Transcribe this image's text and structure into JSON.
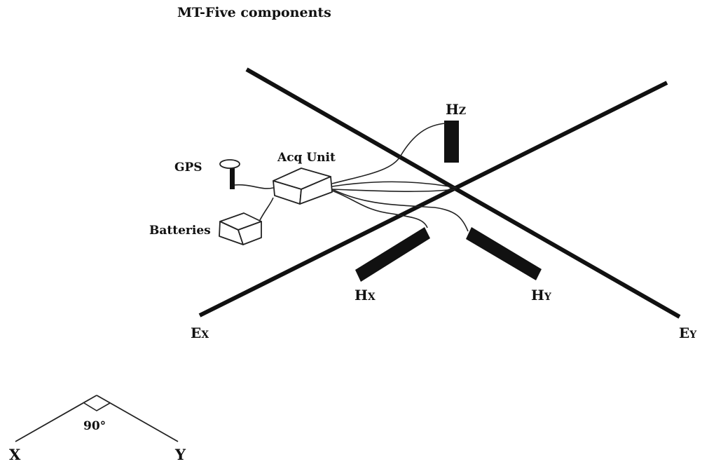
{
  "title": "MT-Five components",
  "components": {
    "gps": "GPS",
    "acq_unit": "Acq Unit",
    "batteries": "Batteries"
  },
  "sensors": {
    "hz": {
      "main": "H",
      "sub": "Z"
    },
    "hx": {
      "main": "H",
      "sub": "X"
    },
    "hy": {
      "main": "H",
      "sub": "Y"
    }
  },
  "electrodes": {
    "ex": {
      "main": "E",
      "sub": "X"
    },
    "ey": {
      "main": "E",
      "sub": "Y"
    }
  },
  "orientation": {
    "angle": "90°",
    "x_label": "X",
    "y_label": "Y"
  }
}
